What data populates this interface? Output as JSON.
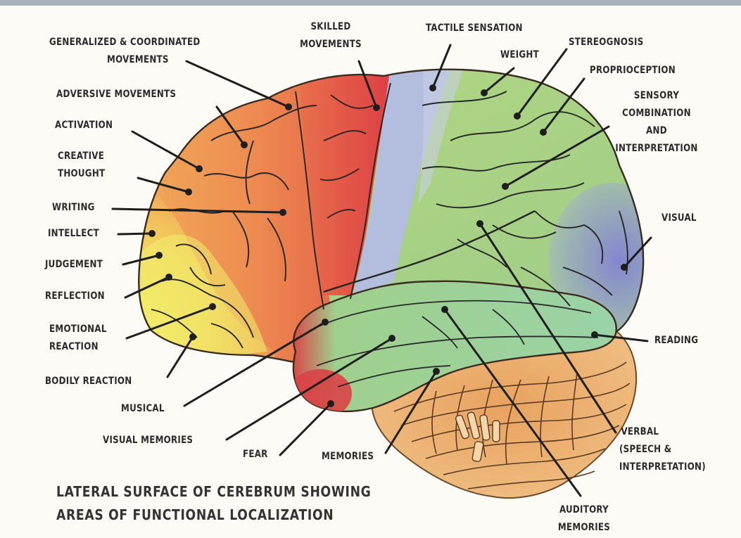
{
  "caption": {
    "line1": "LATERAL SURFACE OF CEREBRUM SHOWING",
    "line2": "AREAS OF FUNCTIONAL LOCALIZATION"
  },
  "labels": {
    "generalized_line1": "GENERALIZED & COORDINATED",
    "generalized_line2": "MOVEMENTS",
    "skilled_line1": "SKILLED",
    "skilled_line2": "MOVEMENTS",
    "tactile": "TACTILE SENSATION",
    "weight": "WEIGHT",
    "stereognosis": "STEREOGNOSIS",
    "proprioception": "PROPRIOCEPTION",
    "sensory_line1": "SENSORY",
    "sensory_line2": "COMBINATION",
    "sensory_line3": "AND",
    "sensory_line4": "INTERPRETATION",
    "adversive": "ADVERSIVE MOVEMENTS",
    "activation": "ACTIVATION",
    "creative_line1": "CREATIVE",
    "creative_line2": "THOUGHT",
    "writing": "WRITING",
    "intellect": "INTELLECT",
    "judgement": "JUDGEMENT",
    "reflection": "REFLECTION",
    "emotional_line1": "EMOTIONAL",
    "emotional_line2": "REACTION",
    "bodily": "BODILY REACTION",
    "musical": "MUSICAL",
    "visual_memories": "VISUAL MEMORIES",
    "fear": "FEAR",
    "memories": "MEMORIES",
    "visual": "VISUAL",
    "reading": "READING",
    "verbal_line1": "VERBAL",
    "verbal_line2": "(SPEECH &",
    "verbal_line3": "INTERPRETATION)",
    "auditory_line1": "AUDITORY",
    "auditory_line2": "MEMORIES"
  },
  "colors": {
    "prefrontal": "#f2f06a",
    "frontal": "#ef9a55",
    "motor": "#e24a45",
    "sensory_strip": "#aeb8dc",
    "parietal": "#a9d27f",
    "occipital": "#8e8fd0",
    "temporal": "#98cf8f",
    "cerebellum": "#e9a56a",
    "leader_lines": "#1e1e1e"
  }
}
